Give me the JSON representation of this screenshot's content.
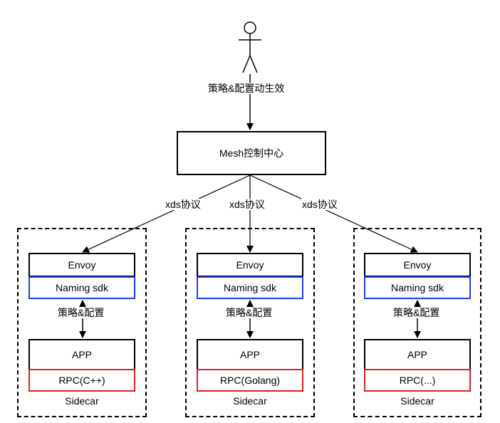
{
  "actor": {
    "edge_label": "策略&配置动生效"
  },
  "control_center": {
    "label": "Mesh控制中心"
  },
  "protocol_label": "xds协议",
  "groups": [
    {
      "envoy": "Envoy",
      "naming": "Naming sdk",
      "link": "策略&配置",
      "app": "APP",
      "rpc": "RPC(C++)",
      "caption": "Sidecar"
    },
    {
      "envoy": "Envoy",
      "naming": "Naming sdk",
      "link": "策略&配置",
      "app": "APP",
      "rpc": "RPC(Golang)",
      "caption": "Sidecar"
    },
    {
      "envoy": "Envoy",
      "naming": "Naming sdk",
      "link": "策略&配置",
      "app": "APP",
      "rpc": "RPC(...)",
      "caption": "Sidecar"
    }
  ],
  "colors": {
    "stroke": "#000000",
    "naming_border": "#1a3cf0",
    "rpc_border": "#e02020"
  }
}
